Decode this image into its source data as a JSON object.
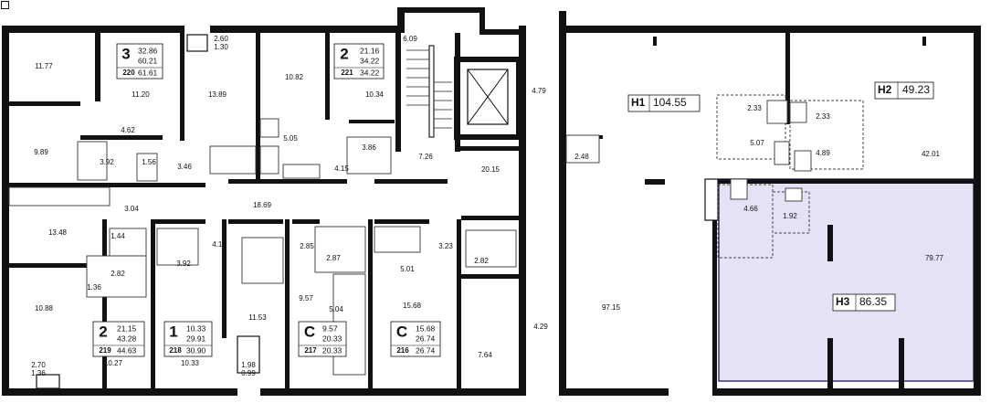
{
  "colors": {
    "wall": "#111111",
    "highlight": "#e6e2f6",
    "highlight_border": "#3a3a6e"
  },
  "apartments": [
    {
      "id": "a220",
      "rooms": "3",
      "number": "220",
      "area1": "32.86",
      "area2": "60.21",
      "total": "61.61"
    },
    {
      "id": "a221",
      "rooms": "2",
      "number": "221",
      "area1": "21.16",
      "area2": "34.22",
      "total": "34.22"
    },
    {
      "id": "a219",
      "rooms": "2",
      "number": "219",
      "area1": "21.15",
      "area2": "43.28",
      "total": "44.63"
    },
    {
      "id": "a218",
      "rooms": "1",
      "number": "218",
      "area1": "10.33",
      "area2": "29.91",
      "total": "30.90"
    },
    {
      "id": "a217",
      "rooms": "С",
      "number": "217",
      "area1": "9.57",
      "area2": "20.33",
      "total": "20.33"
    },
    {
      "id": "a216",
      "rooms": "С",
      "number": "216",
      "area1": "15.68",
      "area2": "26.74",
      "total": "26.74"
    }
  ],
  "commercial": [
    {
      "id": "h1",
      "code": "Н1",
      "area": "104.55"
    },
    {
      "id": "h2",
      "code": "Н2",
      "area": "49.23"
    },
    {
      "id": "h3",
      "code": "Н3",
      "area": "86.35"
    }
  ],
  "rooms": {
    "r1": "11.77",
    "r2": "11.20",
    "r3a": "2.60",
    "r3b": "1.30",
    "r4": "13.89",
    "r5": "10.82",
    "r6": "10.34",
    "r7": "6.09",
    "r8": "4.79",
    "r9": "4.62",
    "r10": "9.89",
    "r11": "3.92",
    "r12": "1.56",
    "r13": "3.46",
    "r14": "5.05",
    "r15": "3.86",
    "r16": "4.15",
    "r17": "7.26",
    "r18": "20.15",
    "r19": "2.48",
    "r20": "3.04",
    "r21": "18.69",
    "r22": "13.48",
    "r23": "1.44",
    "r24": "4.13",
    "r25": "3.92",
    "r26": "2.85",
    "r27": "2.87",
    "r28": "3.23",
    "r29": "2.82",
    "r30": "5.01",
    "r31": "2.82",
    "r32": "1.36",
    "r33": "9.57",
    "r34": "5.04",
    "r35": "15.68",
    "r36": "11.53",
    "r37": "10.88",
    "r38": "4.29",
    "r39": "7.64",
    "r40a": "2.70",
    "r40b": "1.36",
    "r41": "10.27",
    "r42": "10.33",
    "r43a": "1.98",
    "r43b": "0.99",
    "r44": "97.15",
    "r45": "2.33",
    "r46": "5.07",
    "r47": "2.33",
    "r48": "4.89",
    "r49": "42.01",
    "r50": "4.66",
    "r51": "1.92",
    "r52": "79.77"
  }
}
